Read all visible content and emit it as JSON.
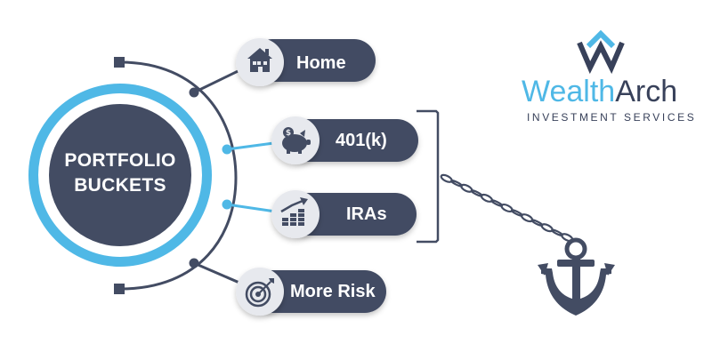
{
  "center": {
    "line1": "PORTFOLIO",
    "line2": "BUCKETS"
  },
  "buckets": [
    {
      "label": "Home",
      "icon": "house-icon"
    },
    {
      "label": "401(k)",
      "icon": "piggy-bank-icon"
    },
    {
      "label": "IRAs",
      "icon": "growth-chart-icon"
    },
    {
      "label": "More Risk",
      "icon": "target-icon"
    }
  ],
  "brand": {
    "name_part1": "Wealth",
    "name_part2": "Arch",
    "tagline": "INVESTMENT SERVICES",
    "logo_icon": "wa-mountain-logo-icon"
  },
  "anchor_icon": "anchor-icon",
  "colors": {
    "navy": "#434c63",
    "blue": "#4fb8e6",
    "icon_circle": "#e7e9ee",
    "text_dark": "#38415a"
  }
}
